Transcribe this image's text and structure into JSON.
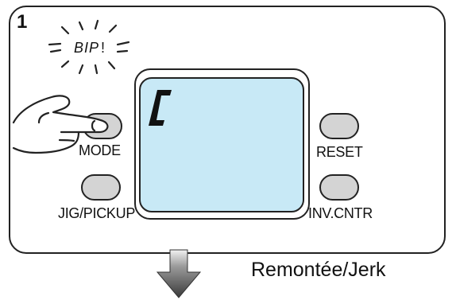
{
  "step": {
    "number": "1"
  },
  "beep": {
    "text": "BIP!"
  },
  "buttons": {
    "mode": "MODE",
    "reset": "RESET",
    "jig": "JIG/PICKUP",
    "inv": "INV.CNTR"
  },
  "display": {
    "glyph": "C",
    "color": "#c8e9f6"
  },
  "caption": "Remontée/Jerk"
}
